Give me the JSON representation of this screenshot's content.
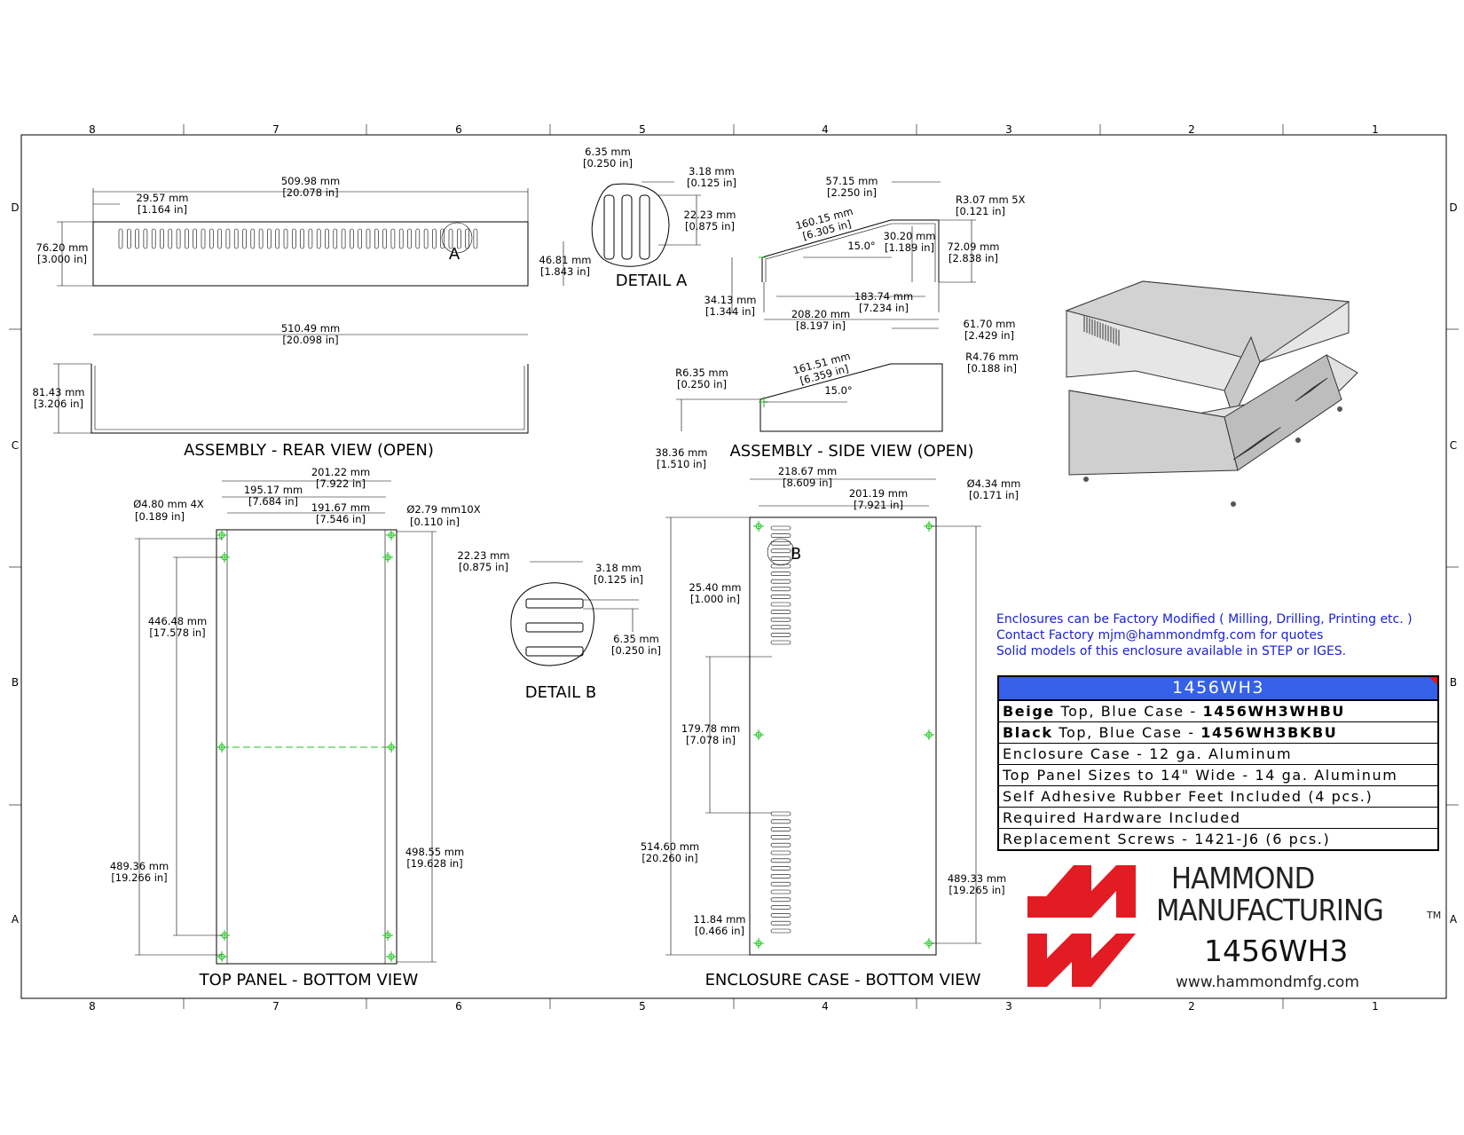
{
  "zones": {
    "columns": [
      "8",
      "7",
      "6",
      "5",
      "4",
      "3",
      "2",
      "1"
    ],
    "rows": [
      "D",
      "C",
      "B",
      "A"
    ]
  },
  "views": {
    "rear": {
      "title": "ASSEMBLY - REAR VIEW (OPEN)",
      "dims": [
        "509.98 mm",
        "[20.078 in]",
        "29.57 mm",
        "[1.164 in]",
        "76.20 mm",
        "[3.000 in]",
        "46.81 mm",
        "[1.843 in]",
        "510.49 mm",
        "[20.098 in]",
        "81.43 mm",
        "[3.206 in]"
      ],
      "callout": "A"
    },
    "detail_a": {
      "title": "DETAIL  A",
      "dims": [
        "6.35 mm",
        "[0.250 in]",
        "3.18 mm",
        "[0.125 in]",
        "22.23 mm",
        "[0.875 in]"
      ]
    },
    "side": {
      "title": "ASSEMBLY - SIDE VIEW (OPEN)",
      "dims": [
        "57.15 mm",
        "[2.250 in]",
        "R3.07 mm 5X",
        "[0.121 in]",
        "160.15 mm",
        "[6.305 in]",
        "30.20 mm",
        "[1.189 in]",
        "15.0°",
        "72.09 mm",
        "[2.838 in]",
        "34.13 mm",
        "[1.344 in]",
        "183.74 mm",
        "[7.234 in]",
        "208.20 mm",
        "[8.197 in]",
        "61.70 mm",
        "[2.429 in]",
        "R4.76 mm",
        "[0.188 in]",
        "161.51 mm",
        "[6.359 in]",
        "R6.35 mm",
        "[0.250 in]",
        "15.0°",
        "38.36 mm",
        "[1.510 in]"
      ]
    },
    "top_panel": {
      "title": "TOP PANEL - BOTTOM VIEW",
      "dims": [
        "201.22 mm",
        "[7.922 in]",
        "195.17 mm",
        "[7.684 in]",
        "191.67 mm",
        "[7.546 in]",
        "Ø4.80 mm 4X",
        "[0.189 in]",
        "Ø2.79 mm10X",
        "[0.110 in]",
        "446.48 mm",
        "[17.578 in]",
        "489.36 mm",
        "[19.266 in]",
        "498.55 mm",
        "[19.628 in]"
      ]
    },
    "detail_b": {
      "title": "DETAIL  B",
      "dims": [
        "22.23 mm",
        "[0.875 in]",
        "3.18 mm",
        "[0.125 in]",
        "6.35 mm",
        "[0.250 in]"
      ]
    },
    "case": {
      "title": "ENCLOSURE CASE - BOTTOM VIEW",
      "dims": [
        "218.67 mm",
        "[8.609 in]",
        "201.19 mm",
        "[7.921 in]",
        "Ø4.34 mm",
        "[0.171 in]",
        "25.40 mm",
        "[1.000 in]",
        "179.78 mm",
        "[7.078 in]",
        "514.60 mm",
        "[20.260 in]",
        "11.84 mm",
        "[0.466 in]",
        "489.33 mm",
        "[19.265 in]"
      ],
      "callout": "B"
    }
  },
  "notes": [
    "Enclosures can be Factory Modified ( Milling, Drilling, Printing etc. )",
    "Contact Factory mjm@hammondmfg.com for quotes",
    "Solid models of this enclosure available in STEP or IGES."
  ],
  "spec_table": {
    "header": "1456WH3",
    "rows": [
      {
        "bold": "Beige",
        "text": " Top, Blue Case - ",
        "part": "1456WH3WHBU"
      },
      {
        "bold": "Black",
        "text": " Top, Blue Case - ",
        "part": "1456WH3BKBU"
      },
      {
        "bold": "",
        "text": "Enclosure Case - 12 ga. Aluminum",
        "part": ""
      },
      {
        "bold": "",
        "text": "Top Panel Sizes to 14\" Wide - 14 ga. Aluminum",
        "part": ""
      },
      {
        "bold": "",
        "text": "Self Adhesive Rubber Feet Included (4 pcs.)",
        "part": ""
      },
      {
        "bold": "",
        "text": "Required Hardware Included",
        "part": ""
      },
      {
        "bold": "",
        "text": "Replacement Screws - 1421-J6 (6 pcs.)",
        "part": ""
      }
    ]
  },
  "brand": {
    "line1": "HAMMOND",
    "line2": "MANUFACTURING",
    "tm": "TM",
    "part_number": "1456WH3",
    "url": "www.hammondmfg.com",
    "logo_color": "#e31b23"
  }
}
